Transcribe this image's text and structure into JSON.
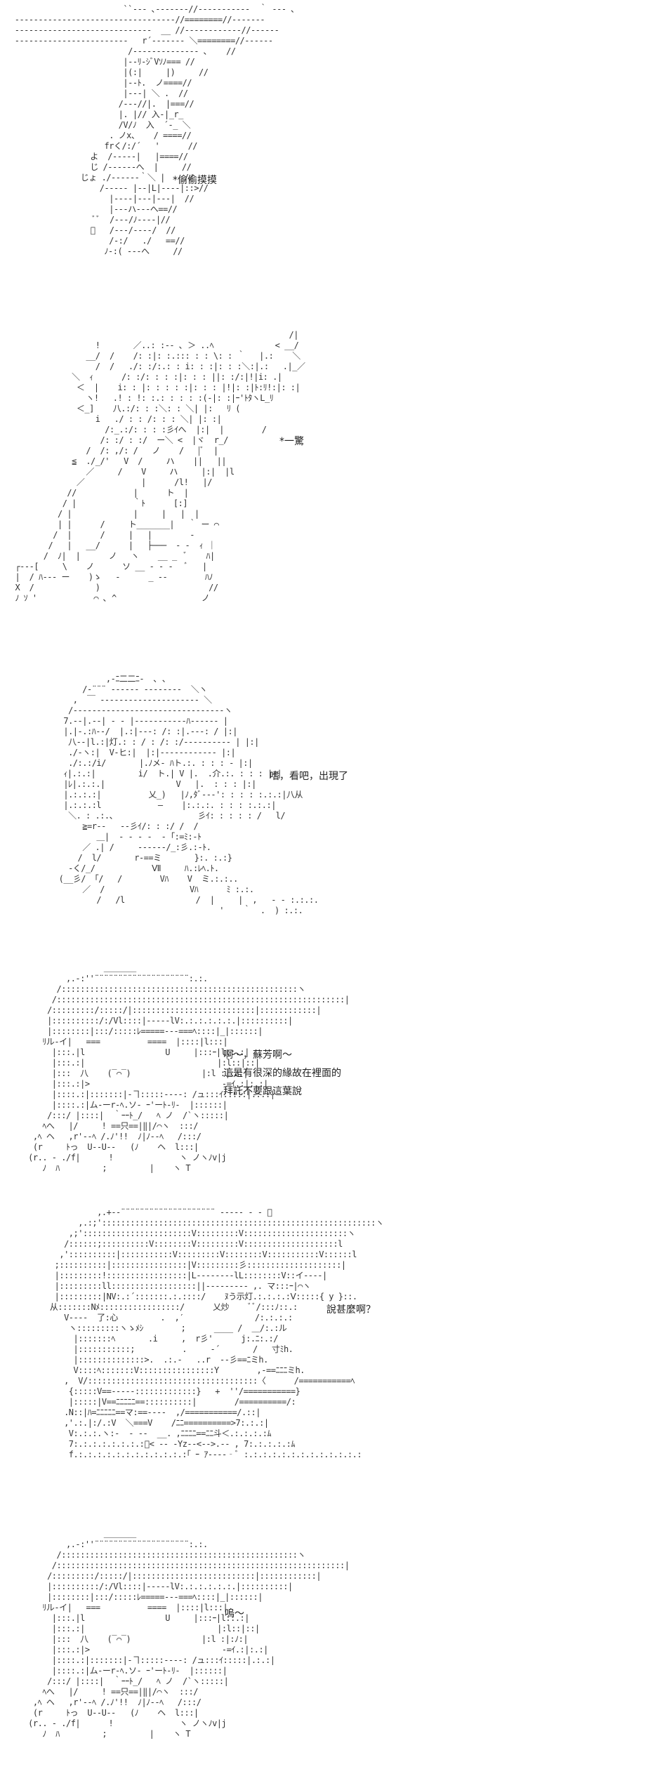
{
  "panels": [
    {
      "id": "p1",
      "sfx": "*偷偷摸摸"
    },
    {
      "id": "p2",
      "sfx": "*一驚"
    },
    {
      "id": "p3",
      "dialogue": [
        "嗜，看吧，出現了"
      ]
    },
    {
      "id": "p4",
      "dialogue": [
        "啊～，蘇芳啊～",
        "這是有很深的緣故在裡面的",
        "拜託不要跟這葉說"
      ]
    },
    {
      "id": "p5",
      "dialogue": [
        "說甚麼啊？"
      ]
    },
    {
      "id": "p6",
      "dialogue": [
        "嗚～"
      ]
    }
  ]
}
